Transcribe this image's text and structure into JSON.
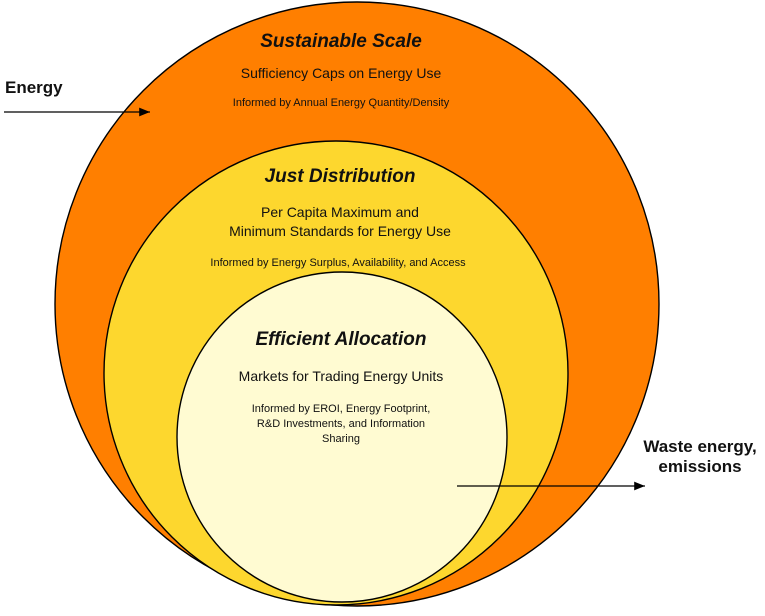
{
  "colors": {
    "outer_fill": "#ff7f00",
    "middle_fill": "#fdd72e",
    "inner_fill": "#fffbd2",
    "stroke": "#000000",
    "arrow": "#000000"
  },
  "outer": {
    "title": "Sustainable Scale",
    "line1": "Sufficiency Caps on Energy Use",
    "informed": "Informed by Annual Energy Quantity/Density"
  },
  "middle": {
    "title": "Just Distribution",
    "line1": "Per Capita Maximum and",
    "line2": "Minimum Standards for Energy Use",
    "informed": "Informed by Energy Surplus, Availability, and Access"
  },
  "inner": {
    "title": "Efficient Allocation",
    "line1": "Markets for Trading Energy Units",
    "informed1": "Informed by EROI, Energy Footprint,",
    "informed2": "R&D Investments, and Information",
    "informed3": "Sharing"
  },
  "input": {
    "label": "Energy"
  },
  "output": {
    "label1": "Waste energy,",
    "label2": "emissions"
  }
}
